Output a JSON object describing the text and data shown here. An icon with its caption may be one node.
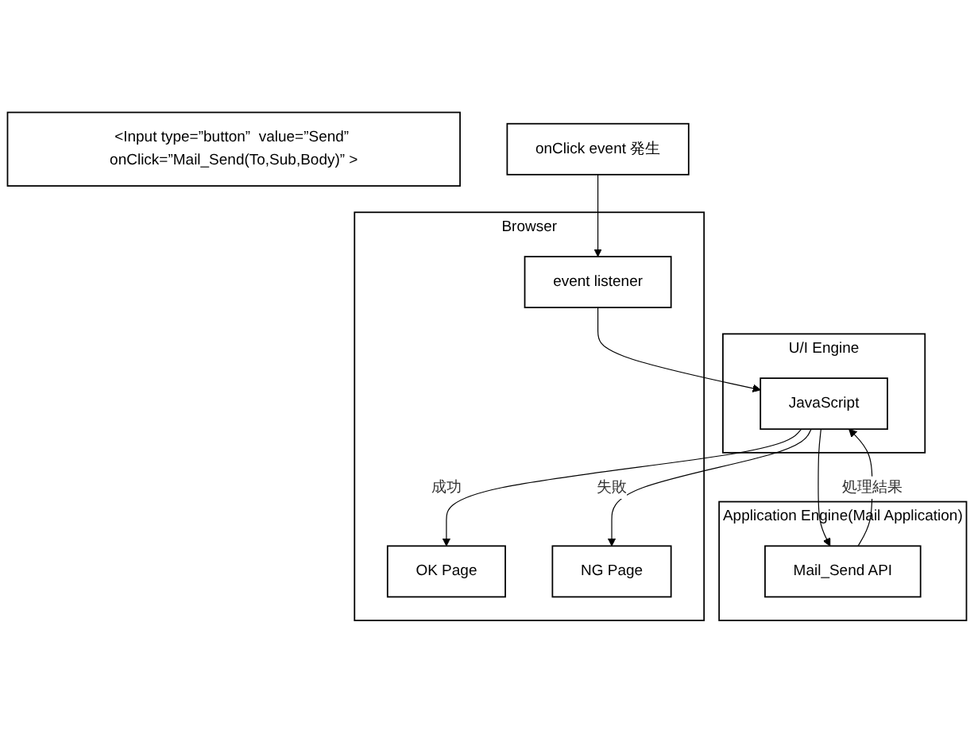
{
  "diagram": {
    "nodes": [
      {
        "text": [
          "<Input type=”button”  value=”Send” onClick=”Mail_Send(To,Sub,Body)” >"
        ]
      },
      {
        "text": [
          "onClick event 発生"
        ]
      },
      {
        "text": [
          "Browser"
        ]
      },
      {
        "text": [
          "event listener"
        ],
        "in": 2
      },
      {
        "text": [
          "OK Page"
        ],
        "in": 2
      },
      {
        "text": [
          "NG Page"
        ],
        "in": 2
      },
      {
        "text": [
          "U/I Engine"
        ]
      },
      {
        "text": [
          "JavaScript"
        ],
        "in": 6
      },
      {
        "text": [
          "Application Engine(Mail Application)"
        ]
      },
      {
        "text": [
          "Mail_Send API"
        ],
        "in": 8
      }
    ],
    "edges": [
      {
        "from": 1,
        "to": 3,
        "arrow": "to"
      },
      {
        "from": 3,
        "to": 7,
        "arrow": "to"
      },
      {
        "from": 7,
        "to": 4,
        "arrow": "to",
        "label": "成功"
      },
      {
        "from": 7,
        "to": 5,
        "arrow": "to",
        "label": "失敗"
      },
      {
        "from": 7,
        "to": 9,
        "arrow": "to"
      },
      {
        "from": 9,
        "to": 7,
        "arrow": "to",
        "label": "処理結果"
      }
    ]
  }
}
